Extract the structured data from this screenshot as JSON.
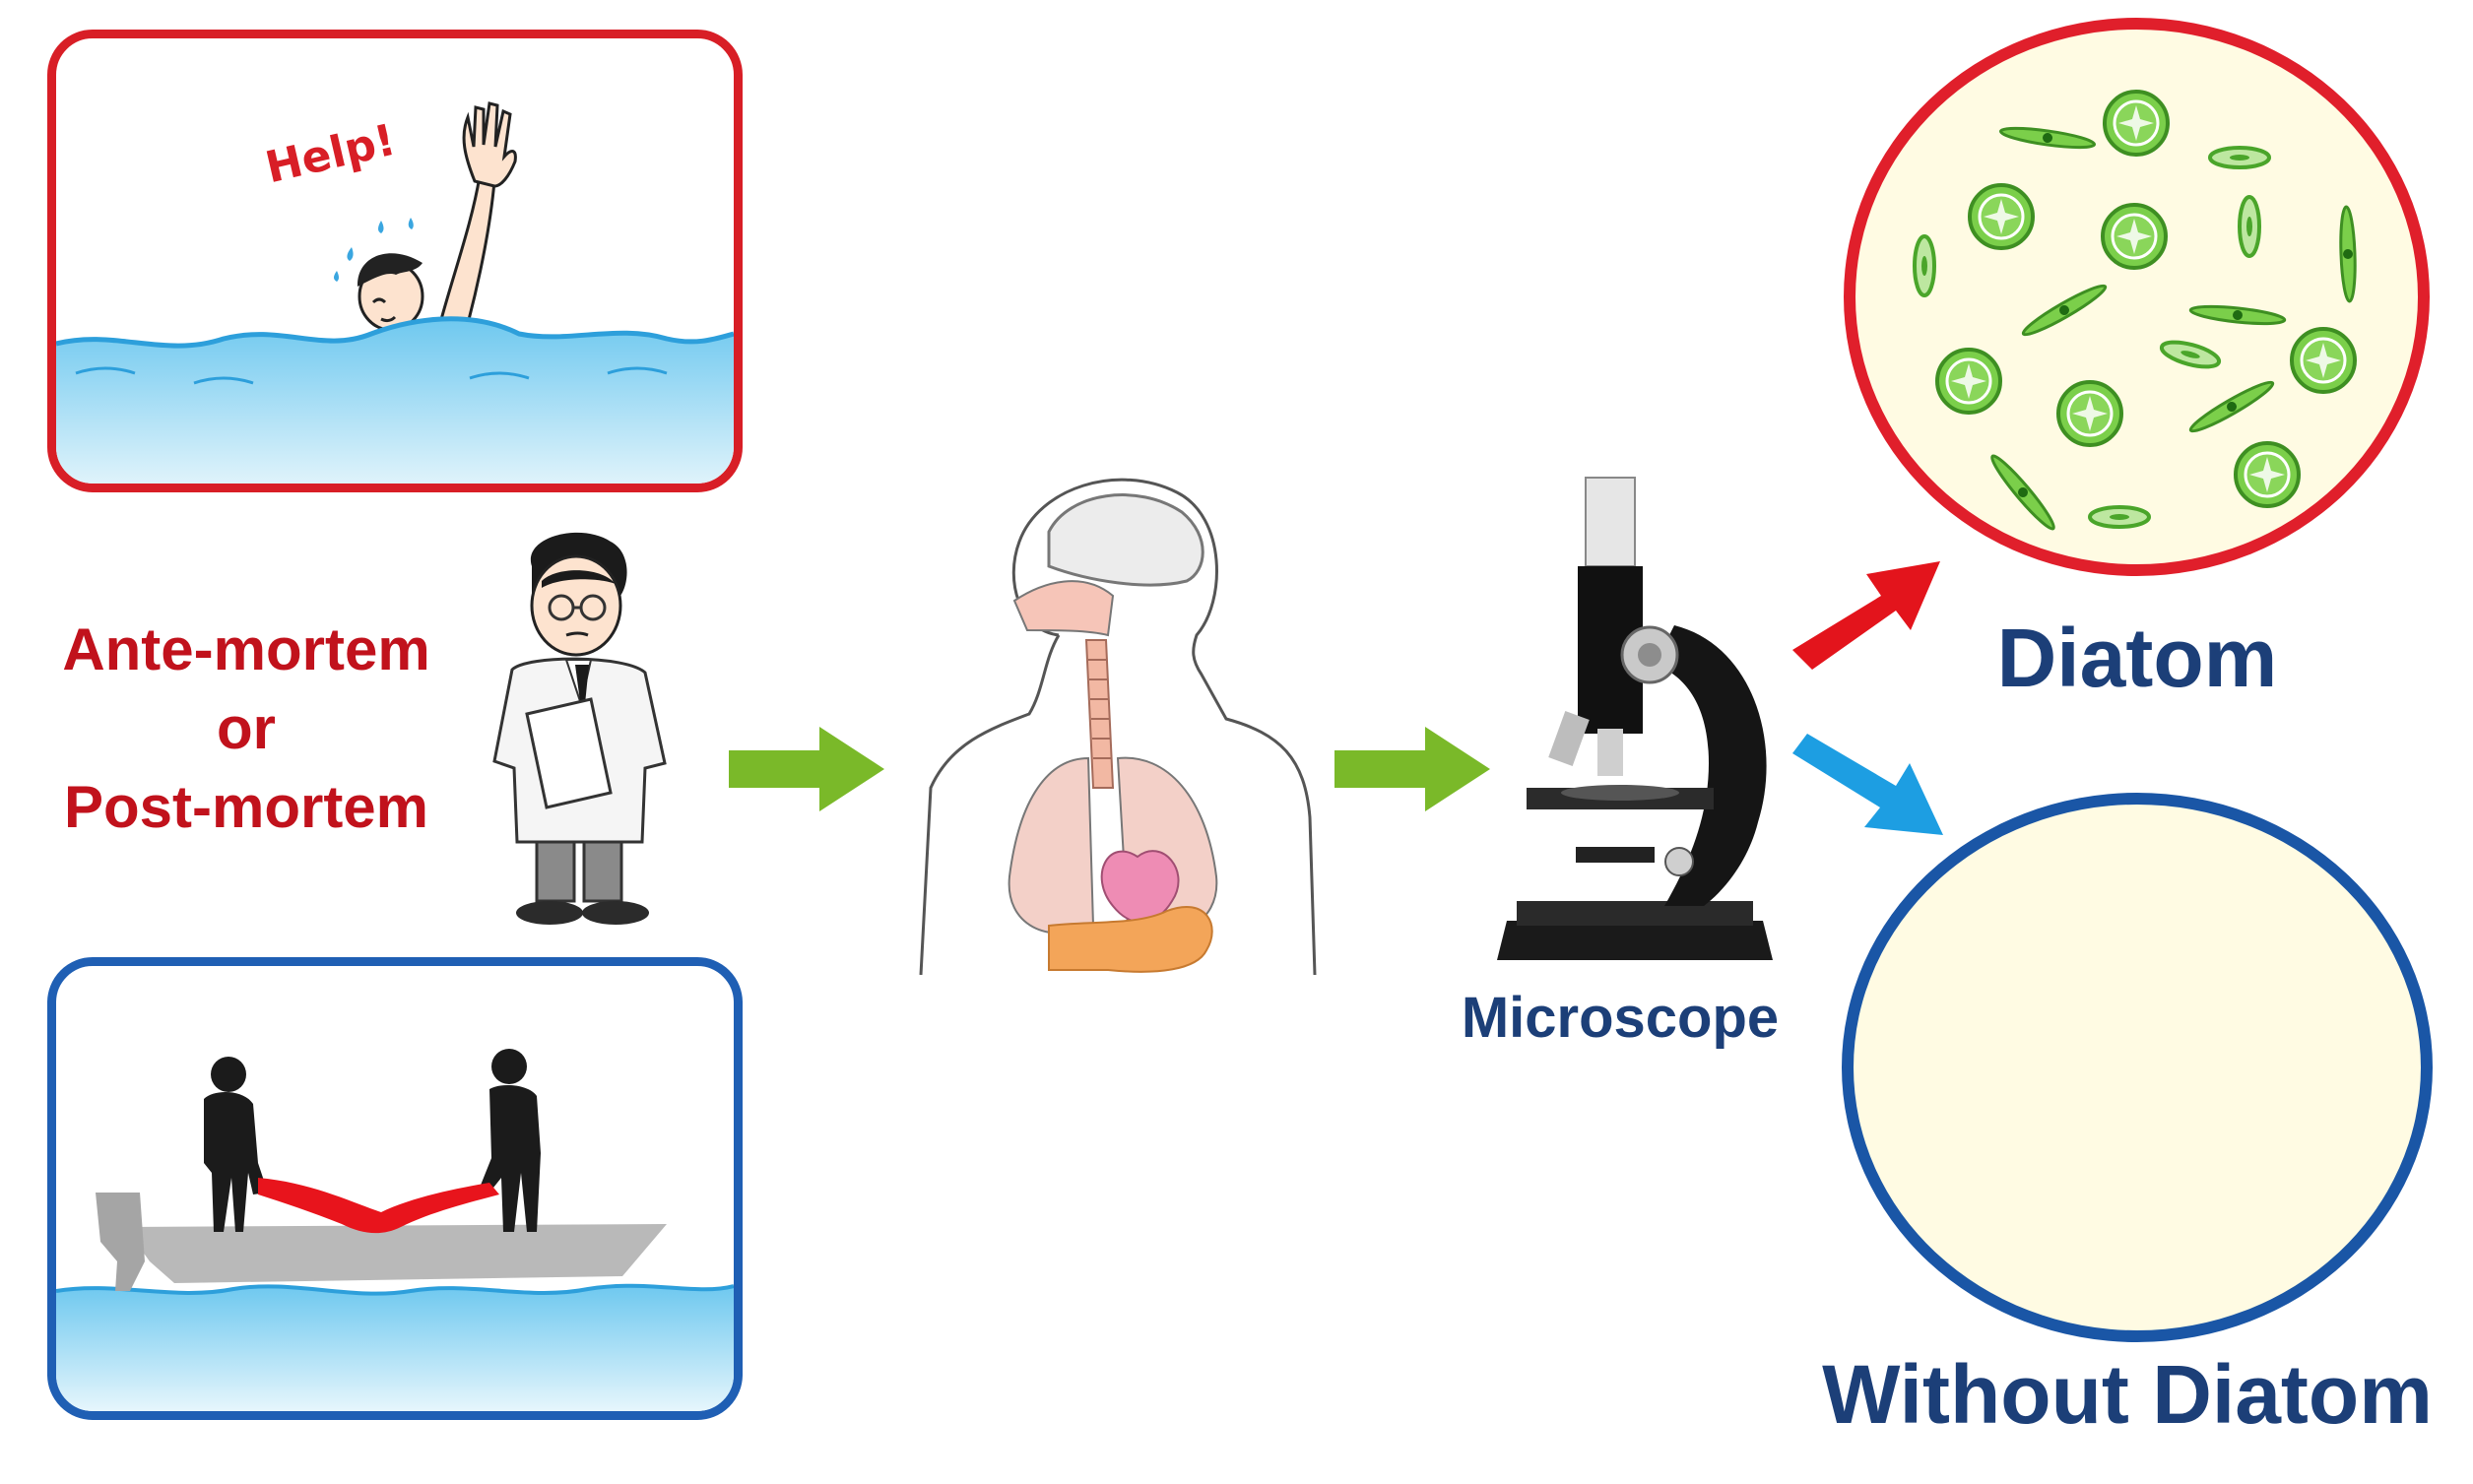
{
  "panels": {
    "drowning": {
      "exclamation": "Help!"
    }
  },
  "labels": {
    "question_line1": "Ante-mortem",
    "question_line2": "or",
    "question_line3": "Post-mortem",
    "microscope": "Microscope",
    "diatom": "Diatom",
    "without_diatom": "Without Diatom"
  },
  "colors": {
    "drowning_border": "#d81e26",
    "dumping_border": "#1f5fb4",
    "question_text": "#c1121c",
    "navy_text": "#1c3f78",
    "flow_arrow": "#7ab929",
    "diatom_arrow": "#e3141c",
    "without_arrow": "#1d9ee2",
    "circle_fill": "#fffbe3",
    "diatom_green": "#5cbe2b"
  }
}
